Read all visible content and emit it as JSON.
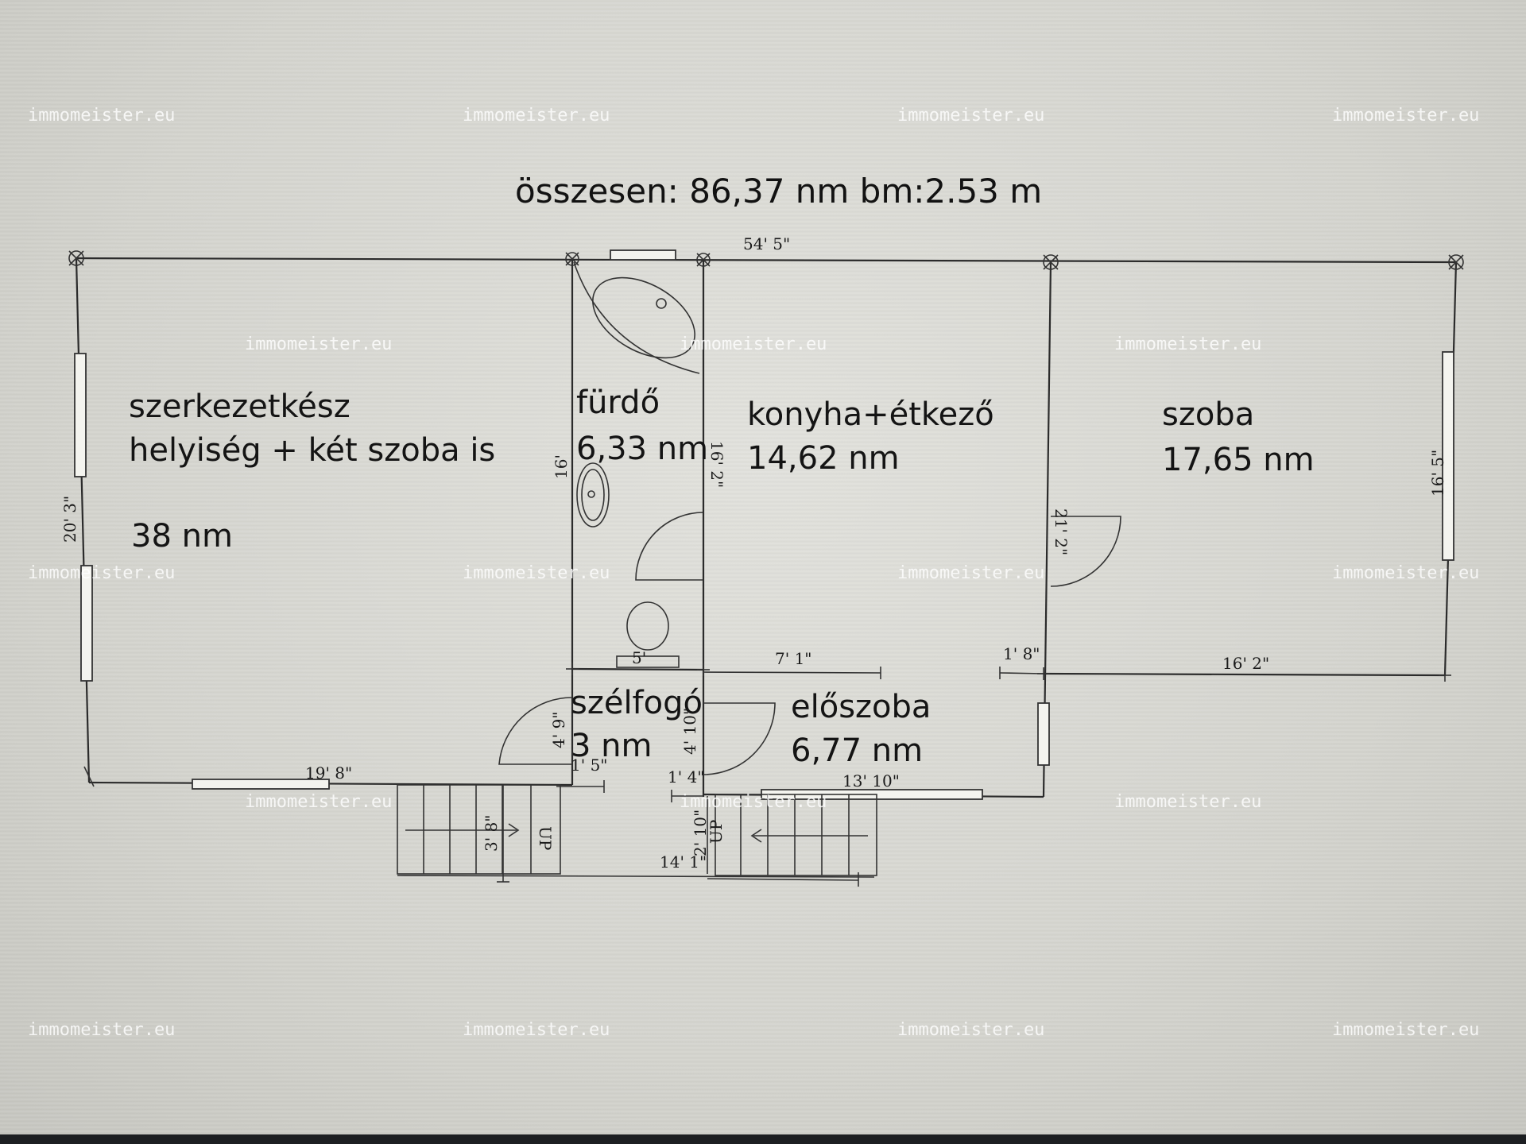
{
  "title": "összesen: 86,37 nm  bm:2.53 m",
  "watermark": "immomeister.eu",
  "rooms": {
    "left": {
      "line1": "szerkezetkész",
      "line2": "helyiség + két szoba is",
      "area": "38 nm"
    },
    "bath": {
      "name": "fürdő",
      "area": "6,33 nm"
    },
    "kitchen": {
      "name": "konyha+étkező",
      "area": "14,62 nm"
    },
    "room": {
      "name": "szoba",
      "area": "17,65 nm"
    },
    "vestibule": {
      "name": "szélfogó",
      "area": "3 nm"
    },
    "hall": {
      "name": "előszoba",
      "area": "6,77 nm"
    }
  },
  "dimensions": {
    "top_total": "54' 5\"",
    "left_height": "20' 3\"",
    "bath_left": "16'",
    "bath_right": "16' 2\"",
    "kitchen_right": "21' 2\"",
    "room_right": "16' 5\"",
    "toilet_width": "5'",
    "kitchen_bottom": "7' 1\"",
    "hall_gap": "1' 8\"",
    "room_bottom": "16' 2\"",
    "left_bottom": "19' 8\"",
    "vest_height": "4' 9\"",
    "vest_right": "4' 10\"",
    "vest_bottom": "1' 5\"",
    "hall_step": "1' 4\"",
    "hall_bottom": "13' 10\"",
    "stair_left": "3' 8\"",
    "stair_right": "2' 10\"",
    "stair_bottom": "14' 1\"",
    "stair_up": "UP"
  }
}
